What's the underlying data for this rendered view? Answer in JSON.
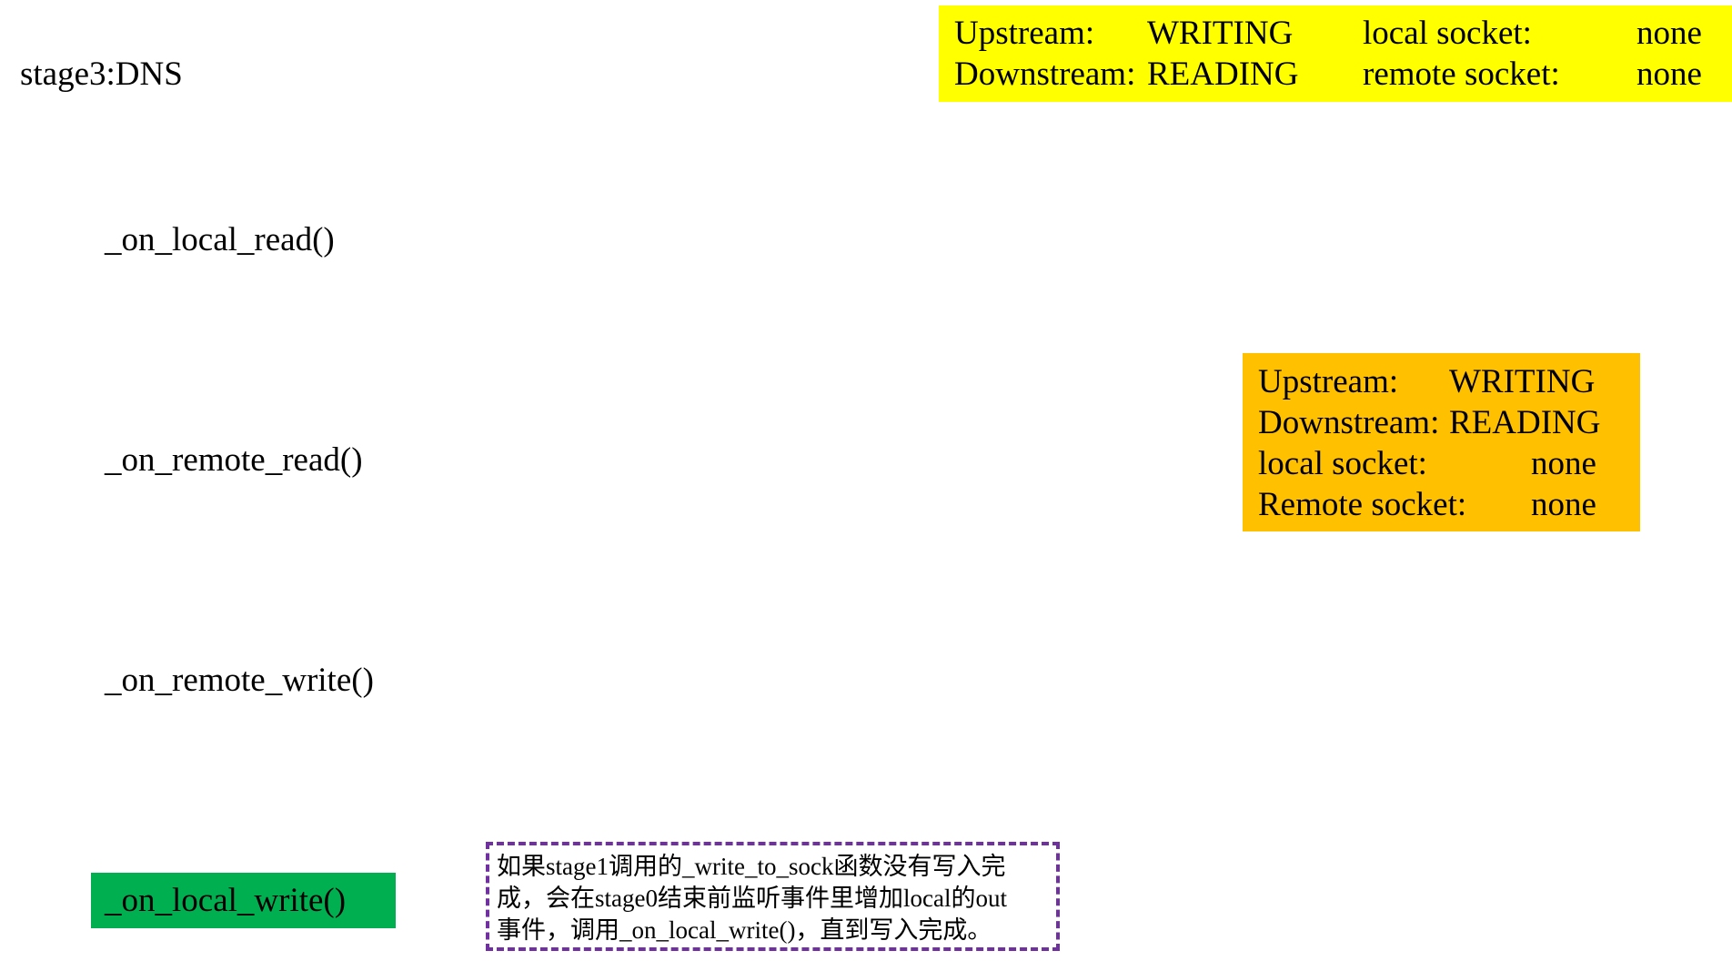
{
  "title": "stage3:DNS",
  "status_top": {
    "upstream_label": "Upstream:",
    "upstream_value": "WRITING",
    "downstream_label": "Downstream:",
    "downstream_value": "READING",
    "local_socket_label": "local socket:",
    "local_socket_value": "none",
    "remote_socket_label": "remote socket:",
    "remote_socket_value": "none",
    "color": "#ffff00"
  },
  "status_mid": {
    "upstream_label": "Upstream:",
    "upstream_value": "WRITING",
    "downstream_label": "Downstream:",
    "downstream_value": "READING",
    "local_socket_label": "local socket:",
    "local_socket_value": "none",
    "remote_socket_label": "Remote socket:",
    "remote_socket_value": "none",
    "color": "#ffc000"
  },
  "functions": [
    "_on_local_read()",
    "_on_remote_read()",
    "_on_remote_write()",
    "_on_local_write()"
  ],
  "active_function_color": "#00b050",
  "note": {
    "lines": [
      "如果stage1调用的_write_to_sock函数没有写入完",
      "成，会在stage0结束前监听事件里增加local的out",
      "事件，调用_on_local_write()，直到写入完成。"
    ],
    "border_color": "#7030a0"
  }
}
